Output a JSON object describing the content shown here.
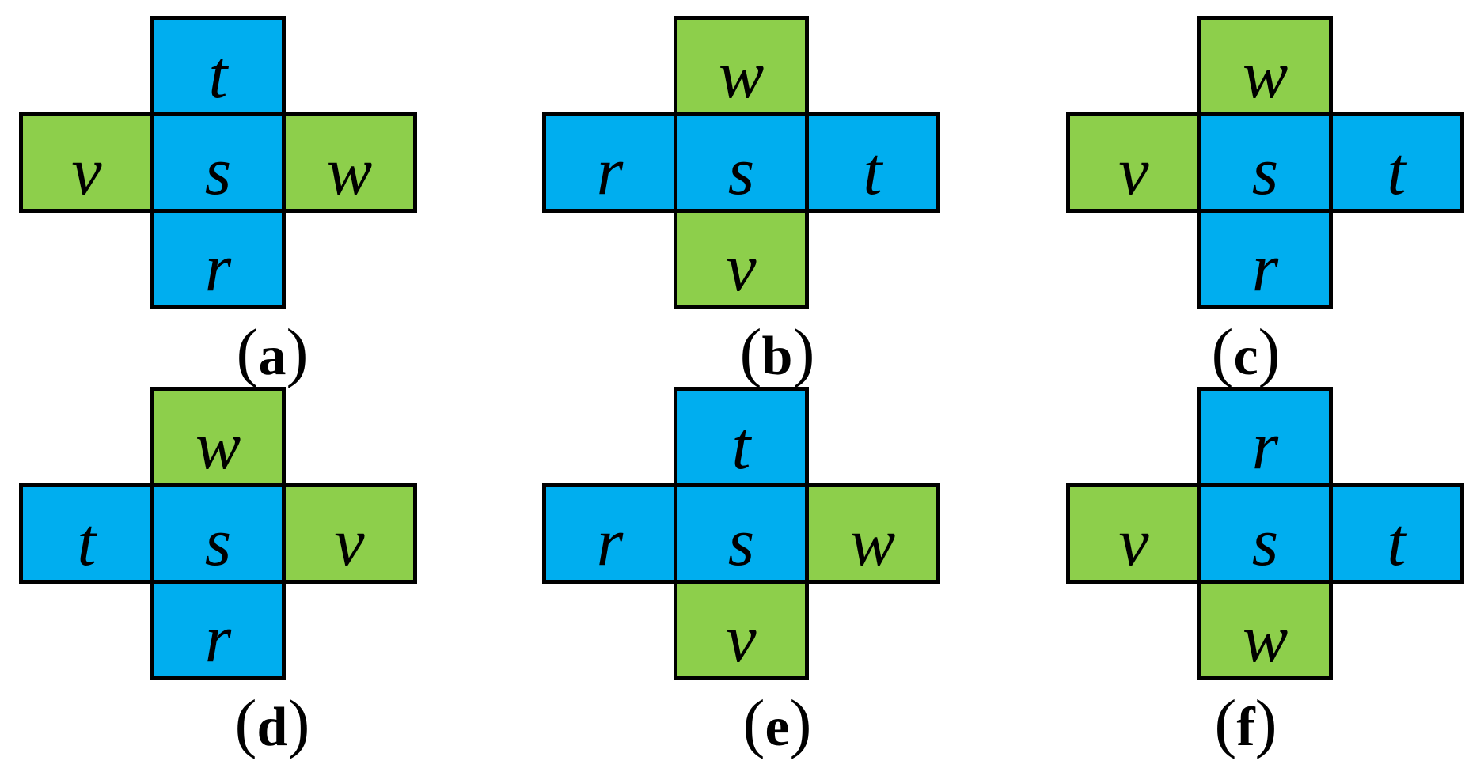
{
  "colors": {
    "blue": "#00AEEF",
    "green": "#8DCF4B",
    "border": "#000000",
    "letter": "#000000",
    "background": "#FFFFFF"
  },
  "figures": [
    {
      "id": "a",
      "label": {
        "open": "(",
        "letter": "a",
        "close": ")"
      },
      "cells": {
        "top": {
          "letter": "t",
          "color": "blue"
        },
        "left": {
          "letter": "v",
          "color": "green"
        },
        "center": {
          "letter": "s",
          "color": "blue"
        },
        "right": {
          "letter": "w",
          "color": "green"
        },
        "bottom": {
          "letter": "r",
          "color": "blue"
        }
      }
    },
    {
      "id": "b",
      "label": {
        "open": "(",
        "letter": "b",
        "close": ")"
      },
      "cells": {
        "top": {
          "letter": "w",
          "color": "green"
        },
        "left": {
          "letter": "r",
          "color": "blue"
        },
        "center": {
          "letter": "s",
          "color": "blue"
        },
        "right": {
          "letter": "t",
          "color": "blue"
        },
        "bottom": {
          "letter": "v",
          "color": "green"
        }
      }
    },
    {
      "id": "c",
      "label": {
        "open": "(",
        "letter": "c",
        "close": ")"
      },
      "cells": {
        "top": {
          "letter": "w",
          "color": "green"
        },
        "left": {
          "letter": "v",
          "color": "green"
        },
        "center": {
          "letter": "s",
          "color": "blue"
        },
        "right": {
          "letter": "t",
          "color": "blue"
        },
        "bottom": {
          "letter": "r",
          "color": "blue"
        }
      }
    },
    {
      "id": "d",
      "label": {
        "open": "(",
        "letter": "d",
        "close": ")"
      },
      "cells": {
        "top": {
          "letter": "w",
          "color": "green"
        },
        "left": {
          "letter": "t",
          "color": "blue"
        },
        "center": {
          "letter": "s",
          "color": "blue"
        },
        "right": {
          "letter": "v",
          "color": "green"
        },
        "bottom": {
          "letter": "r",
          "color": "blue"
        }
      }
    },
    {
      "id": "e",
      "label": {
        "open": "(",
        "letter": "e",
        "close": ")"
      },
      "cells": {
        "top": {
          "letter": "t",
          "color": "blue"
        },
        "left": {
          "letter": "r",
          "color": "blue"
        },
        "center": {
          "letter": "s",
          "color": "blue"
        },
        "right": {
          "letter": "w",
          "color": "green"
        },
        "bottom": {
          "letter": "v",
          "color": "green"
        }
      }
    },
    {
      "id": "f",
      "label": {
        "open": "(",
        "letter": "f",
        "close": ")"
      },
      "cells": {
        "top": {
          "letter": "r",
          "color": "blue"
        },
        "left": {
          "letter": "v",
          "color": "green"
        },
        "center": {
          "letter": "s",
          "color": "blue"
        },
        "right": {
          "letter": "t",
          "color": "blue"
        },
        "bottom": {
          "letter": "w",
          "color": "green"
        }
      }
    }
  ]
}
